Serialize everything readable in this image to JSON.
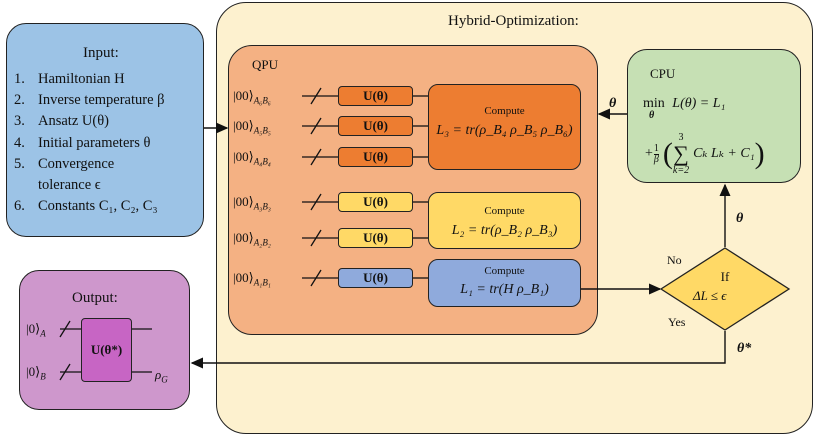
{
  "colors": {
    "input_bg": "#9cc3e6",
    "hybrid_bg": "#fdf1cf",
    "qpu_bg": "#f4b183",
    "cpu_bg": "#c6e0b4",
    "output_bg": "#ce97cc",
    "gate_orange": "#ed7d31",
    "gate_yellow": "#ffd966",
    "gate_blue": "#8faadc",
    "decision_bg": "#ffd966"
  },
  "input": {
    "title": "Input:",
    "items": [
      {
        "num": "1.",
        "text": "Hamiltonian H"
      },
      {
        "num": "2.",
        "text": "Inverse temperature β"
      },
      {
        "num": "3.",
        "text": "Ansatz U(θ)"
      },
      {
        "num": "4.",
        "text": "Initial parameters θ"
      },
      {
        "num": "5.",
        "text": "Convergence"
      },
      {
        "num": "",
        "text": "tolerance ϵ"
      },
      {
        "num": "6.",
        "text": "Constants C₁, C₂, C₃"
      }
    ]
  },
  "hybrid": {
    "title": "Hybrid-Optimization:"
  },
  "qpu": {
    "title": "QPU",
    "registers": [
      {
        "ket": "|00⟩",
        "sub": "A₆B₆",
        "gate": "U(θ)"
      },
      {
        "ket": "|00⟩",
        "sub": "A₅B₅",
        "gate": "U(θ)"
      },
      {
        "ket": "|00⟩",
        "sub": "A₄B₄",
        "gate": "U(θ)"
      },
      {
        "ket": "|00⟩",
        "sub": "A₃B₃",
        "gate": "U(θ)"
      },
      {
        "ket": "|00⟩",
        "sub": "A₂B₂",
        "gate": "U(θ)"
      },
      {
        "ket": "|00⟩",
        "sub": "A₁B₁",
        "gate": "U(θ)"
      }
    ],
    "compute_label": "Compute",
    "compute": [
      {
        "eq": "L₃ = tr(ρ_B₄ ρ_B₅ ρ_B₆)"
      },
      {
        "eq": "L₂ = tr(ρ_B₂ ρ_B₃)"
      },
      {
        "eq": "L₁ = tr(H ρ_B₁)"
      }
    ]
  },
  "cpu": {
    "title": "CPU",
    "line1_min": "min",
    "line1_sub": "θ",
    "line1_expr": "L(θ)  = L₁",
    "line2_frac_num": "1",
    "line2_frac_den": "β",
    "line2_sum_top": "3",
    "line2_sum_bot": "k=2",
    "line2_expr": "Cₖ Lₖ + C₁"
  },
  "decision": {
    "line1": "If",
    "line2": "ΔL ≤ ϵ",
    "no_label": "No",
    "yes_label": "Yes"
  },
  "arrows": {
    "theta_to_qpu": "θ",
    "theta_up": "θ",
    "theta_star": "θ*"
  },
  "output": {
    "title": "Output:",
    "ket_a": "|0⟩",
    "ket_a_sub": "A",
    "ket_b": "|0⟩",
    "ket_b_sub": "B",
    "gate": "U(θ*)",
    "rho": "ρ",
    "rho_sub": "G"
  }
}
